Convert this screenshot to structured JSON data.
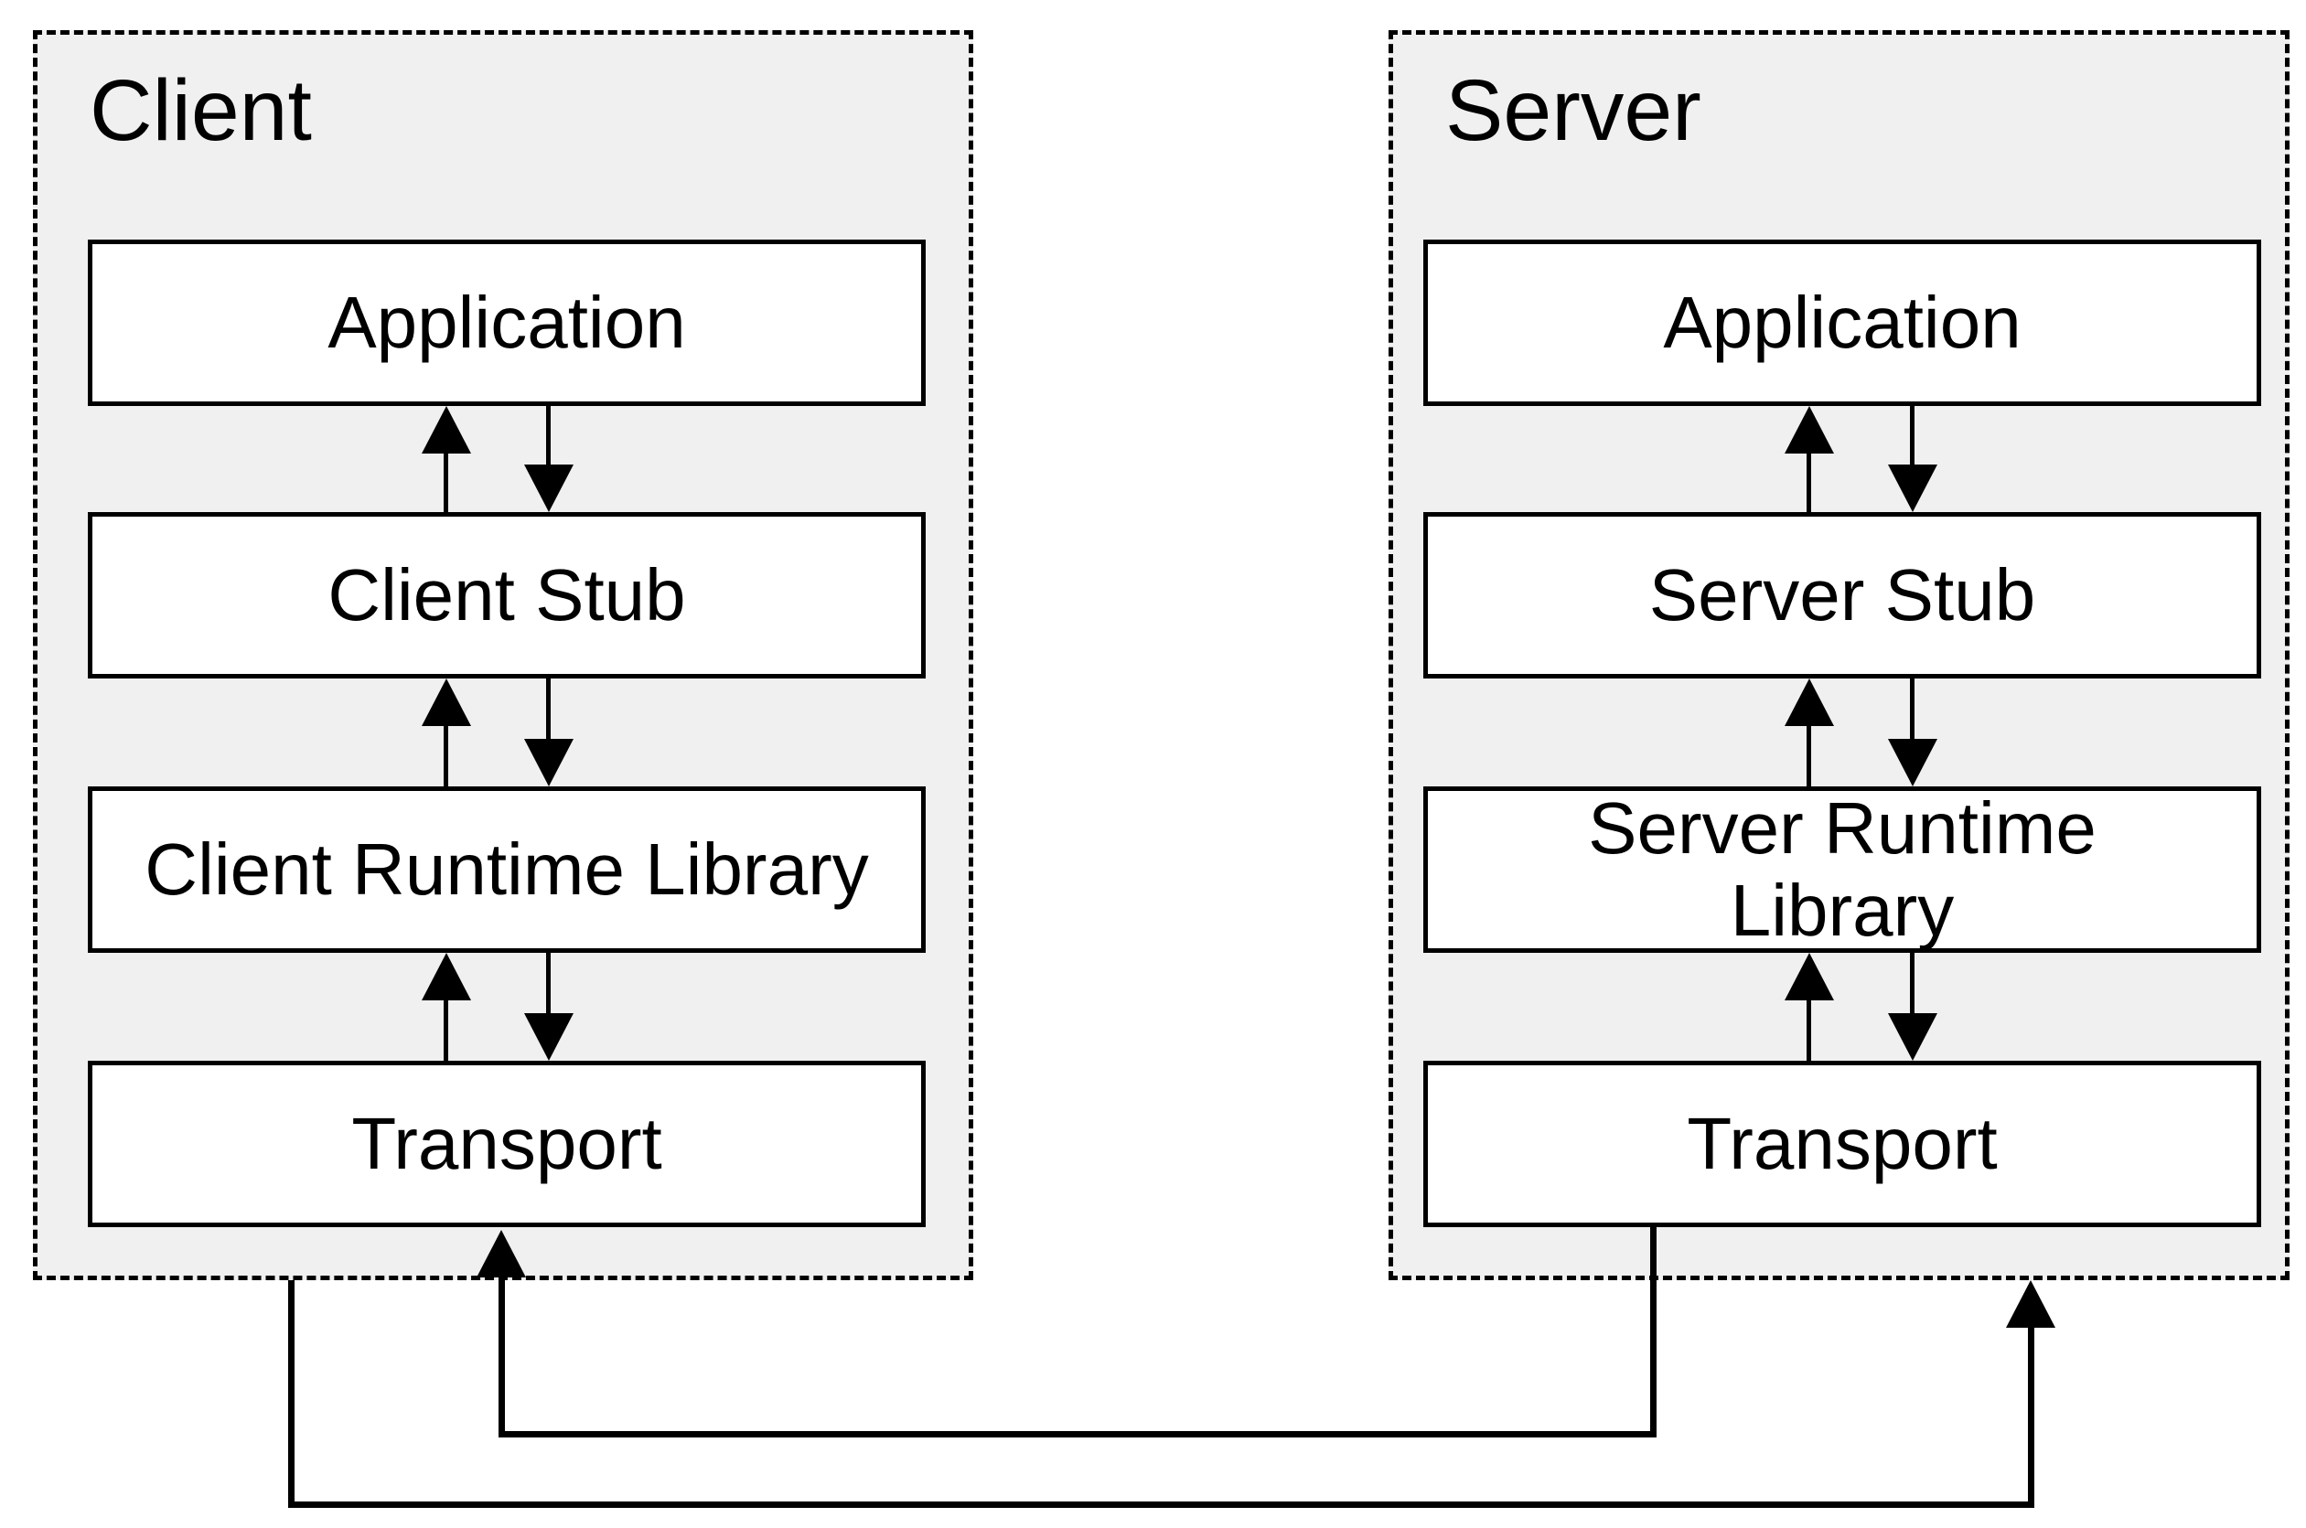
{
  "diagram": {
    "client": {
      "title": "Client",
      "boxes": [
        {
          "label": "Application"
        },
        {
          "label": "Client Stub"
        },
        {
          "label": "Client Runtime Library"
        },
        {
          "label": "Transport"
        }
      ]
    },
    "server": {
      "title": "Server",
      "boxes": [
        {
          "label": "Application"
        },
        {
          "label": "Server Stub"
        },
        {
          "label": "Server Runtime\nLibrary"
        },
        {
          "label": "Transport"
        }
      ]
    },
    "colors": {
      "container_fill": "#f0f0f0",
      "box_fill": "#ffffff",
      "line": "#000000"
    }
  }
}
